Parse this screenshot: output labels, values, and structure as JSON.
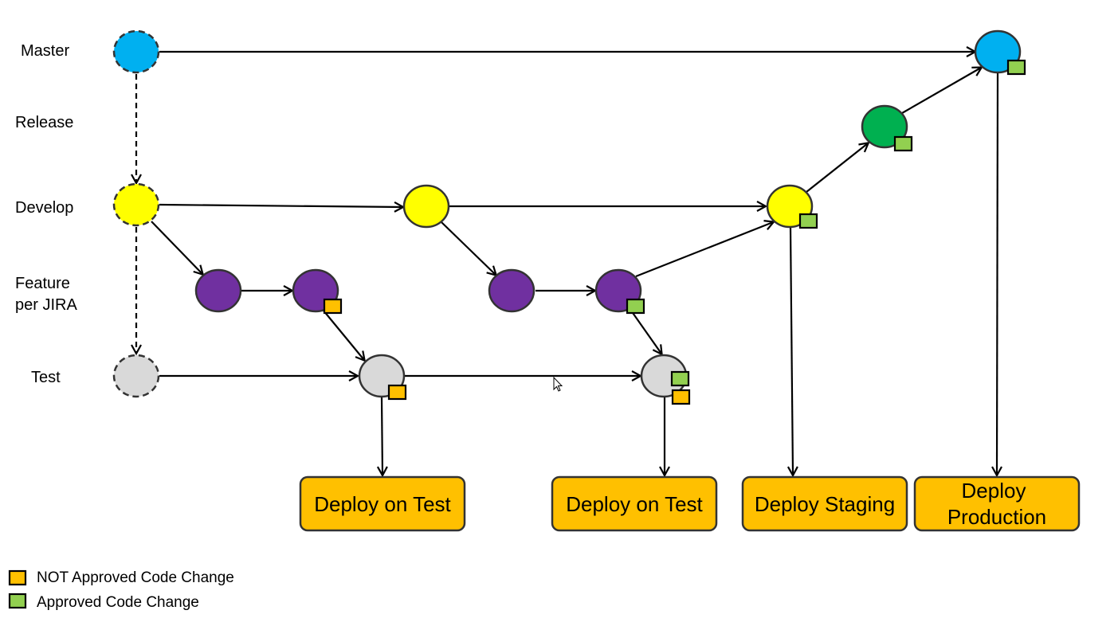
{
  "colors": {
    "master": "#00B0F0",
    "develop": "#FFFF00",
    "feature": "#7030A0",
    "release": "#00B050",
    "test": "#D9D9D9",
    "not_approved": "#FFC000",
    "approved": "#92D050",
    "deploy_box": "#FFC000"
  },
  "lanes": [
    {
      "id": "master",
      "label": "Master"
    },
    {
      "id": "release",
      "label": "Release"
    },
    {
      "id": "develop",
      "label": "Develop"
    },
    {
      "id": "feature",
      "label_line1": "Feature",
      "label_line2": "per JIRA"
    },
    {
      "id": "test",
      "label": "Test"
    }
  ],
  "deploy_boxes": [
    {
      "id": "deploy-test-1",
      "line1": "Deploy on Test"
    },
    {
      "id": "deploy-test-2",
      "line1": "Deploy on Test"
    },
    {
      "id": "deploy-staging",
      "line1": "Deploy Staging"
    },
    {
      "id": "deploy-production",
      "line1": "Deploy",
      "line2": "Production"
    }
  ],
  "legend": [
    {
      "status": "not_approved",
      "label": "NOT Approved Code Change"
    },
    {
      "status": "approved",
      "label": "Approved Code Change"
    }
  ]
}
